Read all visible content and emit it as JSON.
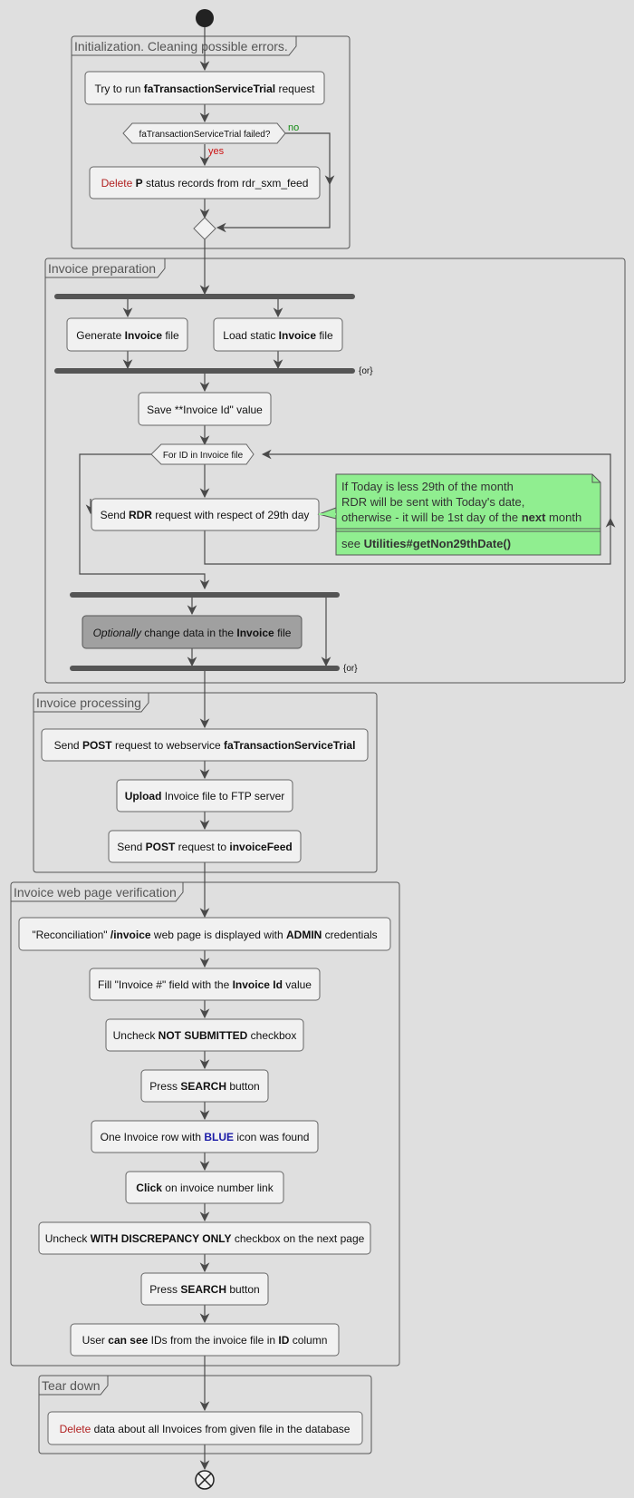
{
  "packages": {
    "init": "Initialization. Cleaning possible errors.",
    "prep": "Invoice preparation",
    "proc": "Invoice processing",
    "verify": "Invoice web page verification",
    "teardown": "Tear down"
  },
  "init": {
    "a1_pre": "Try to run ",
    "a1_bold": "faTransactionServiceTrial",
    "a1_post": " request",
    "decision": "faTransactionServiceTrial failed?",
    "yes": "yes",
    "no": "no",
    "a2_red": "Delete ",
    "a2_bold": "P",
    "a2_post": " status records from rdr_sxm_feed"
  },
  "prep": {
    "gen_pre": "Generate ",
    "gen_bold": "Invoice",
    "gen_post": " file",
    "load_pre": "Load static ",
    "load_bold": "Invoice",
    "load_post": " file",
    "or1": "{or}",
    "save": "Save **Invoice Id\" value",
    "loop": "For ID in Invoice file",
    "send_pre": "Send ",
    "send_bold": "RDR",
    "send_post": " request with respect of 29th day",
    "note_l1": "If Today is less 29th of the month",
    "note_l2": "RDR will be sent with Today's date,",
    "note_l3_pre": "otherwise - it will be 1st day of the ",
    "note_l3_bold": "next",
    "note_l3_post": " month",
    "note_l4_pre": "see ",
    "note_l4_bold": "Utilities#getNon29thDate()",
    "opt_italic": "Optionally",
    "opt_mid": " change data in the ",
    "opt_bold": "Invoice",
    "opt_post": " file",
    "or2": "{or}"
  },
  "proc": {
    "p1_pre": "Send ",
    "p1_b1": "POST",
    "p1_mid": " request to webservice ",
    "p1_b2": "faTransactionServiceTrial",
    "p2_bold": "Upload",
    "p2_post": " Invoice file to FTP server",
    "p3_pre": "Send ",
    "p3_b1": "POST",
    "p3_mid": " request to ",
    "p3_b2": "invoiceFeed"
  },
  "verify": {
    "v1_pre": "\"Reconciliation\" ",
    "v1_b1": "/invoice",
    "v1_mid": " web page is displayed with ",
    "v1_b2": "ADMIN",
    "v1_post": " credentials",
    "v2_pre": "Fill \"Invoice #\" field with the ",
    "v2_bold": "Invoice Id",
    "v2_post": " value",
    "v3_pre": "Uncheck ",
    "v3_bold": "NOT SUBMITTED",
    "v3_post": " checkbox",
    "v4_pre": "Press ",
    "v4_bold": "SEARCH",
    "v4_post": " button",
    "v5_pre": "One Invoice row with ",
    "v5_blue": "BLUE",
    "v5_post": " icon was found",
    "v6_bold": "Click",
    "v6_post": " on invoice number link",
    "v7_pre": "Uncheck ",
    "v7_bold": "WITH DISCREPANCY ONLY",
    "v7_post": " checkbox on the next page",
    "v8_pre": "Press ",
    "v8_bold": "SEARCH",
    "v8_post": " button",
    "v9_pre": "User ",
    "v9_b1": "can see",
    "v9_mid": " IDs from the invoice file in ",
    "v9_b2": "ID",
    "v9_post": " column"
  },
  "teardown": {
    "t1_red": "Delete",
    "t1_post": " data about all Invoices from given file in the database"
  },
  "colors": {
    "background": "#dfdfdf",
    "activity": "#f1f1f1",
    "optional_activity": "#a0a0a0",
    "note": "#90ee90",
    "delete": "#b22222",
    "yes": "#cc1111",
    "no": "#138a13",
    "blue_word": "#1a1aa6"
  }
}
